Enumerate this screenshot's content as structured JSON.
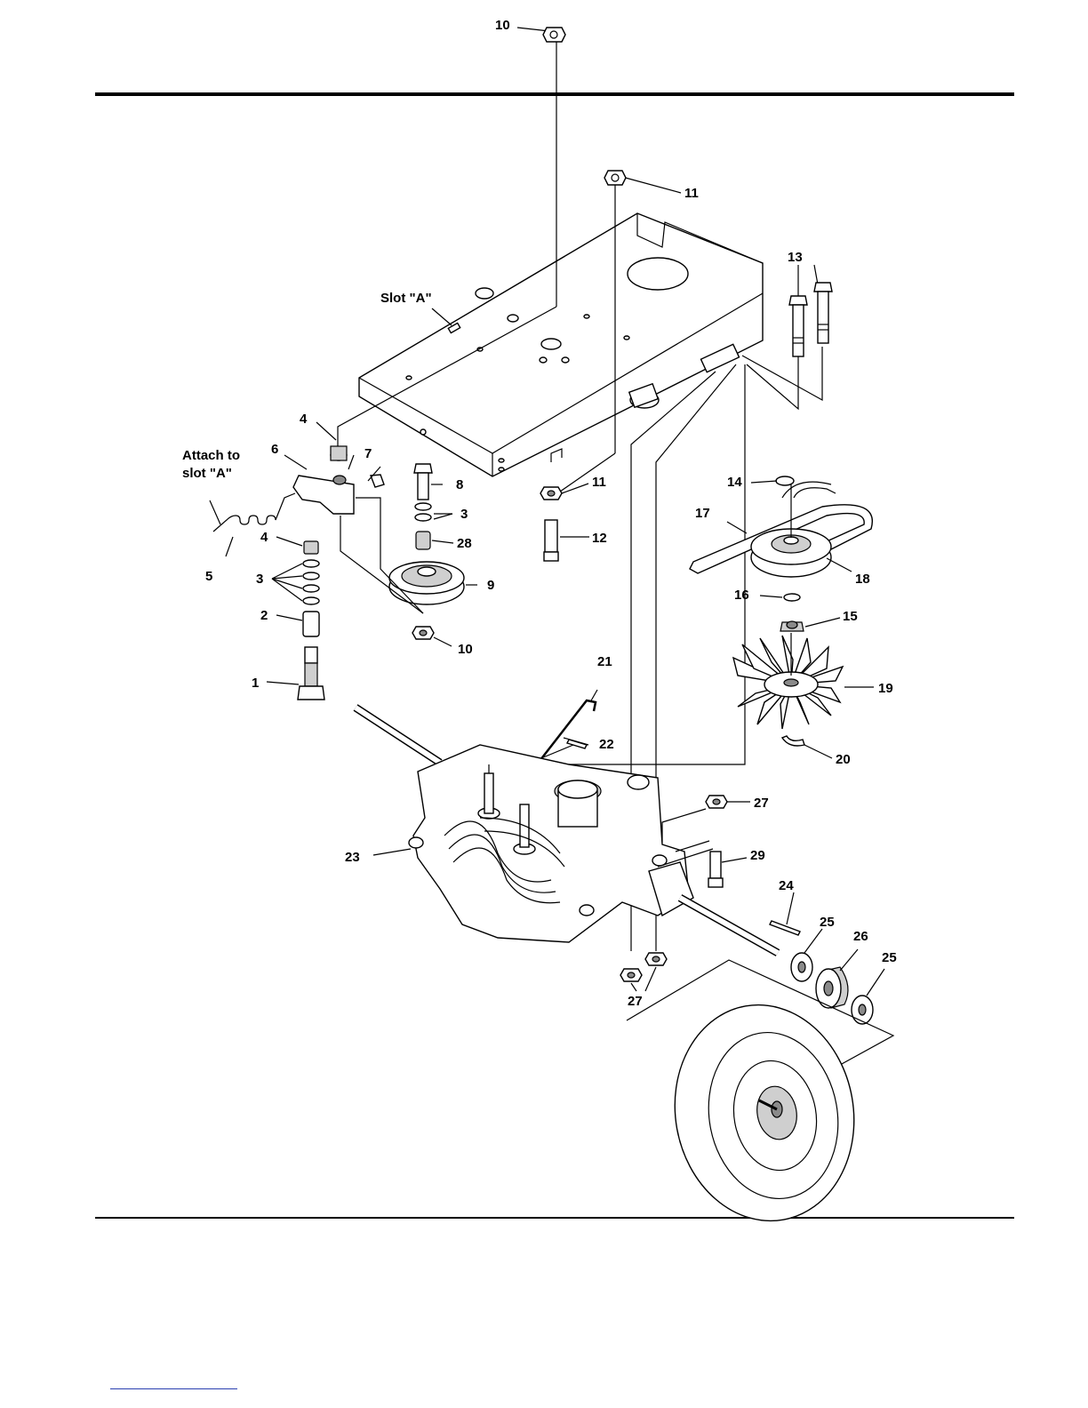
{
  "callouts": [
    {
      "id": "c10a",
      "text": "10"
    },
    {
      "id": "c11a",
      "text": "11"
    },
    {
      "id": "c13",
      "text": "13"
    },
    {
      "id": "cslotA",
      "text": "Slot \"A\""
    },
    {
      "id": "c4a",
      "text": "4"
    },
    {
      "id": "c6",
      "text": "6"
    },
    {
      "id": "c7",
      "text": "7"
    },
    {
      "id": "c8",
      "text": "8"
    },
    {
      "id": "c11b",
      "text": "11"
    },
    {
      "id": "c3a",
      "text": "3"
    },
    {
      "id": "c12",
      "text": "12"
    },
    {
      "id": "c28",
      "text": "28"
    },
    {
      "id": "c14",
      "text": "14"
    },
    {
      "id": "c17",
      "text": "17"
    },
    {
      "id": "c18",
      "text": "18"
    },
    {
      "id": "c4b",
      "text": "4"
    },
    {
      "id": "c5",
      "text": "5"
    },
    {
      "id": "c3b",
      "text": "3"
    },
    {
      "id": "c9",
      "text": "9"
    },
    {
      "id": "c16",
      "text": "16"
    },
    {
      "id": "c15",
      "text": "15"
    },
    {
      "id": "c2",
      "text": "2"
    },
    {
      "id": "c10b",
      "text": "10"
    },
    {
      "id": "c21",
      "text": "21"
    },
    {
      "id": "c1",
      "text": "1"
    },
    {
      "id": "c19",
      "text": "19"
    },
    {
      "id": "c22",
      "text": "22"
    },
    {
      "id": "c20",
      "text": "20"
    },
    {
      "id": "c27a",
      "text": "27"
    },
    {
      "id": "c23",
      "text": "23"
    },
    {
      "id": "c29",
      "text": "29"
    },
    {
      "id": "c24",
      "text": "24"
    },
    {
      "id": "c25a",
      "text": "25"
    },
    {
      "id": "c26",
      "text": "26"
    },
    {
      "id": "c25b",
      "text": "25"
    },
    {
      "id": "c27b",
      "text": "27"
    }
  ],
  "attach_note": {
    "line1": "Attach to",
    "line2": "slot \"A\""
  }
}
